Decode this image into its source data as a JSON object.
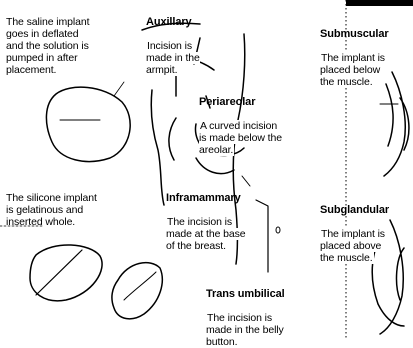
{
  "saline": {
    "text": "The saline implant\ngoes in deflated\nand the solution is\npumped in after\nplacement."
  },
  "silicone": {
    "text": "The silicone implant\nis gelatinous and\ninserted whole."
  },
  "axillary": {
    "title": "Auxillary",
    "body": "Incision is\nmade in the\narmpit."
  },
  "periareolar": {
    "title": "Periareolar",
    "body": "A curved incision\nis made below the\nareolar."
  },
  "inframammary": {
    "title": "Inframammary",
    "body": "The incision is\nmade at the base\nof the breast."
  },
  "umbilical": {
    "title": "Trans umbilical",
    "body": "The incision is\nmade in the belly\nbutton."
  },
  "submuscular": {
    "title": "Submuscular",
    "body": "The implant is\nplaced below\nthe muscle."
  },
  "subglandular": {
    "title": "Subglandular",
    "body": "The implant is\nplaced above\nthe muscle."
  }
}
